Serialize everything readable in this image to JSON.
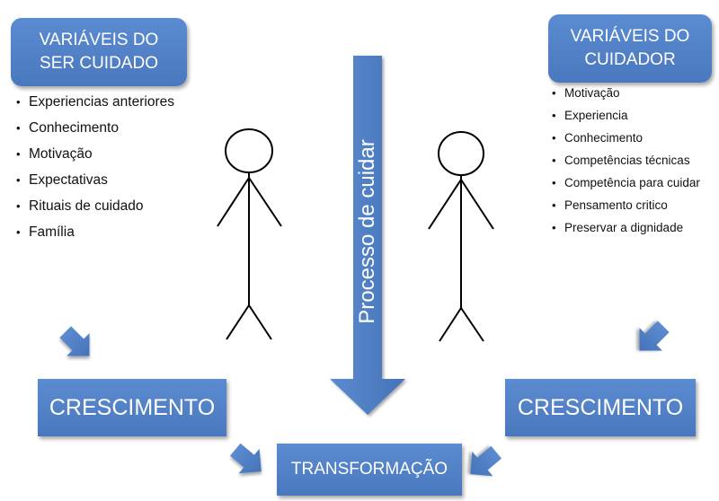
{
  "left_panel": {
    "title_lines": [
      "VARIÁVEIS DO",
      "SER CUIDADO"
    ],
    "items": [
      "Experiencias anteriores",
      "Conhecimento",
      "Motivação",
      "Expectativas",
      "Rituais de cuidado",
      "Família"
    ]
  },
  "right_panel": {
    "title_lines": [
      "VARIÁVEIS DO",
      "CUIDADOR"
    ],
    "items": [
      "Motivação",
      "Experiencia",
      "Conhecimento",
      "Competências técnicas",
      "Competência para cuidar",
      "Pensamento critico",
      "Preservar a dignidade"
    ]
  },
  "center_arrow": {
    "label": "Processo de cuidar"
  },
  "growth_left": "CRESCIMENTO",
  "growth_right": "CRESCIMENTO",
  "transformation": "TRANSFORMAÇÃO",
  "colors": {
    "box_fill": "#4f7fc4",
    "text_on_box": "#ffffff",
    "stick_figure": "#000000"
  }
}
